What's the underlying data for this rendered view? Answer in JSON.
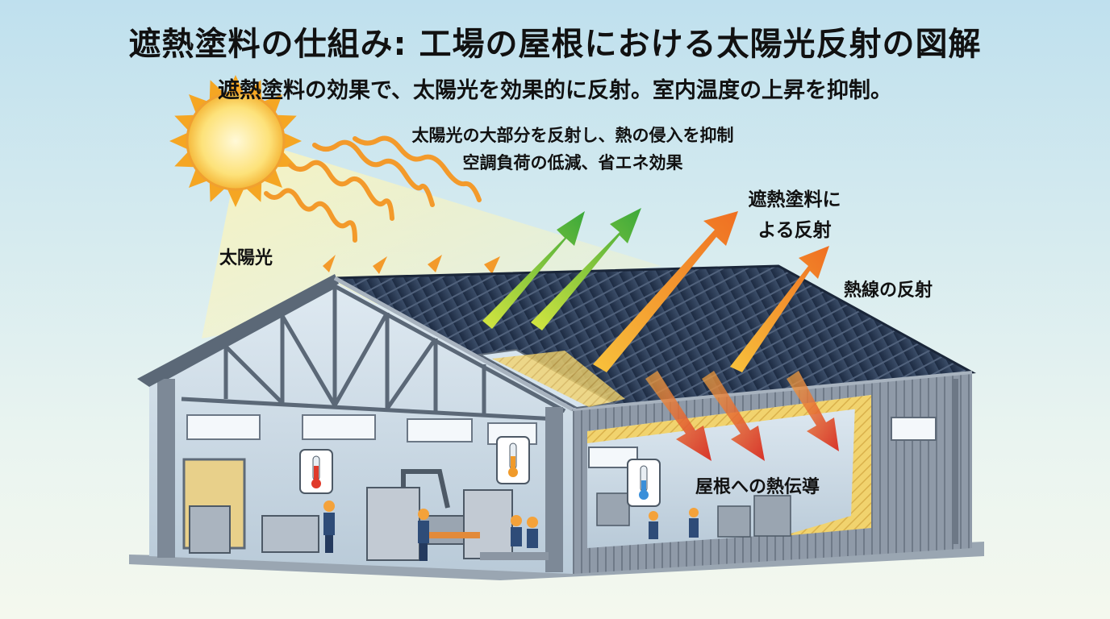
{
  "header": {
    "title": "遮熱塗料の仕組み: 工場の屋根における太陽光反射の図解",
    "subtitle": "遮熱塗料の効果で、太陽光を効果的に反射。室内温度の上昇を抑制。"
  },
  "notes": {
    "line1": "太陽光の大部分を反射し、熱の侵入を抑制",
    "line2": "空調負荷の低減、省エネ効果"
  },
  "labels": {
    "sunlight": "太陽光",
    "coating_reflection_line1": "遮熱塗料に",
    "coating_reflection_line2": "よる反射",
    "heat_ray_reflection": "熱線の反射",
    "roof_heat_conduction": "屋根への熱伝導"
  },
  "colors": {
    "sky_top": "#bfe0ee",
    "sky_bottom": "#f4f8ee",
    "sun": "#f7c53a",
    "roof": "#22344f",
    "wall": "#8d98a6",
    "insulation": "#f1d36e",
    "reflect_green": "#5cb83a",
    "reflect_orange": "#f07d22",
    "conduction_red": "#d8332a"
  },
  "icons": [
    "sun-icon",
    "thermometer-icon",
    "worker-icon",
    "machine-icon"
  ]
}
